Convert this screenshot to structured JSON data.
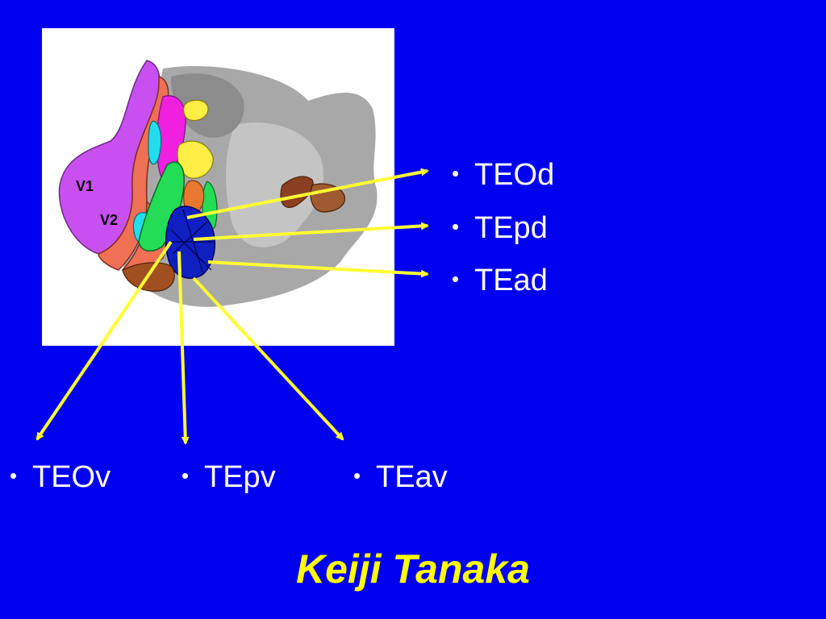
{
  "diagram": {
    "region_labels": {
      "v1": "V1",
      "v2": "V2"
    },
    "right_labels": [
      {
        "bullet": "•",
        "text": "TEOd"
      },
      {
        "bullet": "•",
        "text": "TEpd"
      },
      {
        "bullet": "•",
        "text": "TEad"
      }
    ],
    "bottom_labels": [
      {
        "bullet": "•",
        "text": "TEOv"
      },
      {
        "bullet": "•",
        "text": "TEpv"
      },
      {
        "bullet": "•",
        "text": "TEav"
      }
    ],
    "colors": {
      "background": "#0000F0",
      "arrow": "#FFFF33",
      "v1": "#C850F0",
      "v2": "#F07055",
      "v4": "#22DD55",
      "cyan_area": "#22DDEE",
      "magenta_area": "#F020E0",
      "yellow_area": "#FFEE44",
      "te_grid": "#1020C0",
      "brown_area": "#A05020",
      "cortex_grey": "#A8A8A8"
    }
  },
  "author": "Keiji Tanaka"
}
